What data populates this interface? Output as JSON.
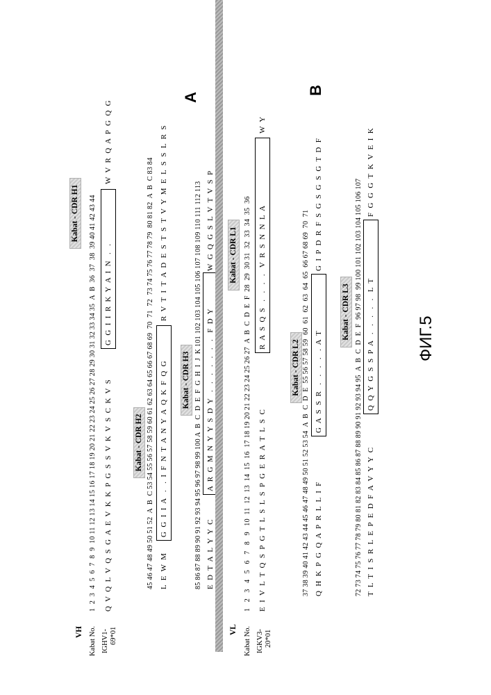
{
  "figure_caption": "ФИГ.5",
  "panels": {
    "vh_letter": "A",
    "vl_letter": "B"
  },
  "vh": {
    "title": "VH",
    "kabat_label": "Kabat No.",
    "germline_label_1": "IGHV1-",
    "germline_label_2": "69*01",
    "row1_numbers": "1  2  3  4  5  6  7  8  9  10 11 12 13 14 15 16 17 18 19 20 21 22 23 24 25 26 27 28 29 30 31 32 33 34 35  A  B  36  37  38  39 40 41 42 43 44",
    "row1_seq_a": "Q  V  Q  L  V  Q  S  G  A  E  V  K  K  P  G  S  S  V  K  V  S  C  K  V  S",
    "row1_seq_b": "G  G  I  I  R  K  Y  A  I  N   .   .",
    "row1_seq_c": "W  V  R  Q  A  P  G  Q  G",
    "row2_numbers": "45 46 47 48 49 50 51 52  A  B  C 53 54 55 56 57 58 59 60 61 62 63 64 65 66 67 68 69  70  71  72  73 74 75 76 77 78 79  80 81 82  A  B  C 83 84",
    "row2_seq_a": "L  E  W  M",
    "row2_seq_b": "G  G  I  I  A   .   .  I  F  N  T  A  N  Y  A  Q  K  F  Q  G",
    "row2_seq_c": "R  V  T  I  T  A  D  E  S  T  S  T  V  Y  M  E  L  S  S  L  R  S",
    "row3_numbers": "85 86 87 88 89 90 91 92 93 94 95 96 97 98 99 100 A  B  C  D  E  F  G  H  I  J  K 101 102 103 104 105 106 107 108 109 110 111 112 113",
    "row3_seq_a": "E  D  T  A  L  Y  Y  C",
    "row3_seq_b": "A  R  G  M  N  Y  Y  S  D  Y   .   .   .   .   .   .   .   F  D  Y",
    "row3_seq_c": "W  G  Q  G  S  L  V  T  V  S  P",
    "cdr_h1": "Kabat - CDR H1",
    "cdr_h2": "Kabat - CDR H2",
    "cdr_h3": "Kabat - CDR H3"
  },
  "vl": {
    "title": "VL",
    "kabat_label": "Kabat No.",
    "germline_label_1": "IGKV3-",
    "germline_label_2": "20*01",
    "row1_numbers": "1   2   3   4   5   6   7   8   9   10  11  12  13  14  15  16  17 18 19 20 21 22 23 24 25 26 27  A  B  C  D  E  F  28  29  30 31  32  33  34  35  36",
    "row1_seq_a": "E  I  V  L  T  Q  S  P  G  T  L  S  L  S  P  G  E  R  A  T  L  S  C",
    "row1_seq_b": "R  A  S  Q  S   .   .   .   .   V  R  S  N  N  L  A",
    "row1_seq_c": "W  Y",
    "row2_numbers": "37 38 39 40 41 42 43 44 45 46 47 48 49 50 51 52 53 54  A  B  C  D  E  55 56 57 58 59  60  61  62  63  64  65  66 67 68 69  70  71",
    "row2_seq_a": "Q  H  K  P  G  Q  A  P  R  L  L  I  F",
    "row2_seq_b": "G  A  S  S  R   .   .   .   .   .  A  T",
    "row2_seq_c": "G  I  P  D  R  F  S  G  S  G  S  G  T  D  F",
    "row3_numbers": "72 73 74 75 76 77 78 79 80 81 82 83 84 85 86 87 88 89 90 91 92 93 94 95  A  B  C  D  E  F  96 97 98  99 100 101 102 103 104 105 106 107",
    "row3_seq_a": "T  L  T  I  S  R  L  E  P  E  D  F  A  V  Y  Y  C",
    "row3_seq_b": "Q  Q  Y  G  S  S  P  A   .   .   .   .   .   L  T",
    "row3_seq_c": "F  G  G  G  T  K  V  E  I  K",
    "cdr_l1": "Kabat - CDR L1",
    "cdr_l2": "Kabat - CDR L2",
    "cdr_l3": "Kabat - CDR L3"
  }
}
